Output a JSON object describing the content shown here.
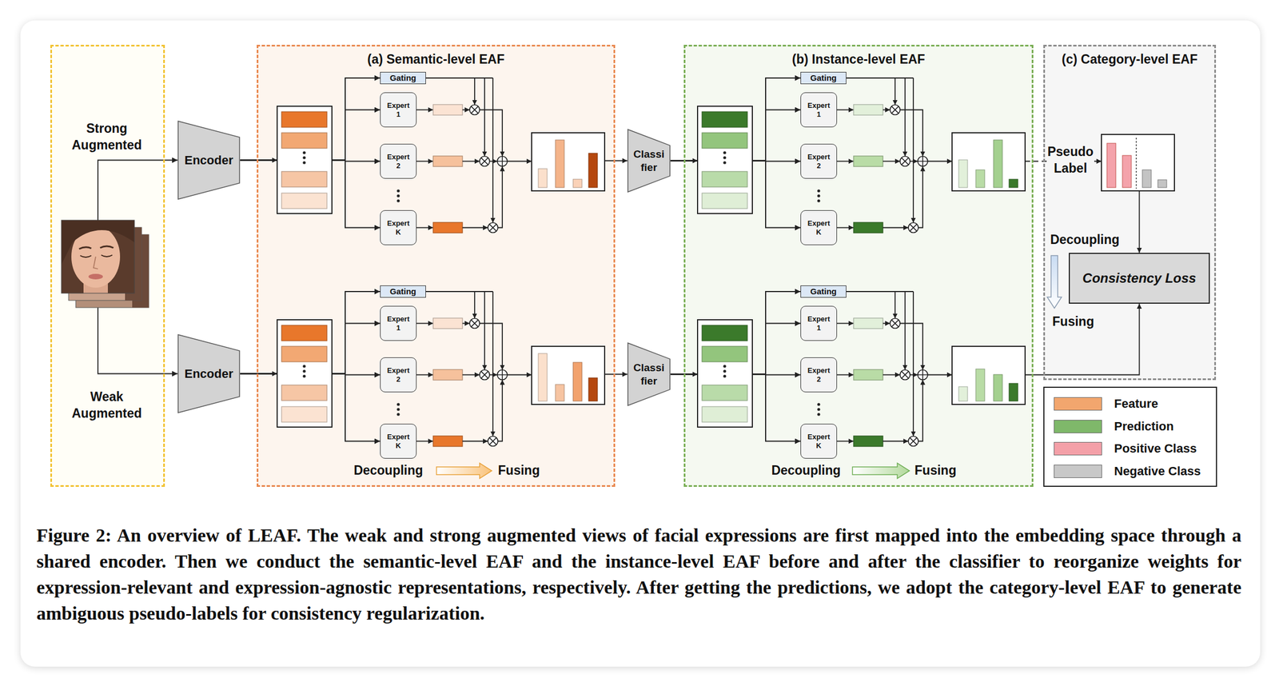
{
  "diagram": {
    "caption": "Figure 2: An overview of LEAF. The weak and strong augmented views of facial expressions are first mapped into the embedding space through a shared encoder. Then we conduct the semantic-level EAF and the instance-level EAF before and after the classifier to reorganize weights for expression-relevant and expression-agnostic representations, respectively. After getting the predictions, we adopt the category-level EAF to generate ambiguous pseudo-labels for consistency regularization.",
    "nodes": [
      {
        "text": [
          "Strong Augmented",
          "Weak Augmented"
        ]
      },
      {
        "text": [
          "Encoder"
        ]
      },
      {
        "text": [
          "Encoder"
        ]
      },
      {
        "text": [
          "(a) Semantic-level EAF"
        ]
      },
      {
        "text": [
          "Gating"
        ],
        "in": 3
      },
      {
        "text": [
          "Expert 1"
        ],
        "in": 3
      },
      {
        "text": [
          "Expert 2"
        ],
        "in": 3
      },
      {
        "text": [
          "Expert K"
        ],
        "in": 3
      },
      {
        "text": [
          "Gating"
        ],
        "in": 3
      },
      {
        "text": [
          "Expert 1"
        ],
        "in": 3
      },
      {
        "text": [
          "Expert 2"
        ],
        "in": 3
      },
      {
        "text": [
          "Expert K"
        ],
        "in": 3
      },
      {
        "text": [
          "Classi fier"
        ]
      },
      {
        "text": [
          "Classi fier"
        ]
      },
      {
        "text": [
          "(b) Instance-level EAF"
        ]
      },
      {
        "text": [
          "Gating"
        ],
        "in": 14
      },
      {
        "text": [
          "Expert 1"
        ],
        "in": 14
      },
      {
        "text": [
          "Expert 2"
        ],
        "in": 14
      },
      {
        "text": [
          "Expert K"
        ],
        "in": 14
      },
      {
        "text": [
          "Gating"
        ],
        "in": 14
      },
      {
        "text": [
          "Expert 1"
        ],
        "in": 14
      },
      {
        "text": [
          "Expert 2"
        ],
        "in": 14
      },
      {
        "text": [
          "Expert K"
        ],
        "in": 14
      },
      {
        "text": [
          "(c) Category-level EAF"
        ]
      },
      {
        "text": [
          "Consistency Loss"
        ],
        "in": 23
      }
    ],
    "edges": [
      {
        "from": 0,
        "to": 1,
        "arrow": "to"
      },
      {
        "from": 0,
        "to": 2,
        "arrow": "to"
      },
      {
        "from": 1,
        "to": 4,
        "arrow": "to"
      },
      {
        "from": 1,
        "to": 5,
        "arrow": "to"
      },
      {
        "from": 1,
        "to": 6,
        "arrow": "to"
      },
      {
        "from": 1,
        "to": 7,
        "arrow": "to"
      },
      {
        "from": 2,
        "to": 8,
        "arrow": "to"
      },
      {
        "from": 2,
        "to": 9,
        "arrow": "to"
      },
      {
        "from": 2,
        "to": 10,
        "arrow": "to"
      },
      {
        "from": 2,
        "to": 11,
        "arrow": "to"
      },
      {
        "from": 12,
        "to": 15,
        "arrow": "to"
      },
      {
        "from": 12,
        "to": 16,
        "arrow": "to"
      },
      {
        "from": 12,
        "to": 17,
        "arrow": "to"
      },
      {
        "from": 12,
        "to": 18,
        "arrow": "to"
      },
      {
        "from": 13,
        "to": 19,
        "arrow": "to"
      },
      {
        "from": 13,
        "to": 20,
        "arrow": "to"
      },
      {
        "from": 13,
        "to": 21,
        "arrow": "to"
      },
      {
        "from": 13,
        "to": 22,
        "arrow": "to"
      }
    ],
    "labels": [
      "Decoupling",
      "Fusing",
      "Decoupling",
      "Fusing",
      "Pseudo Label",
      "Decoupling",
      "Fusing"
    ],
    "legend": [
      {
        "text": "Feature",
        "color": "#f2a66e"
      },
      {
        "text": "Prediction",
        "color": "#7fb86a"
      },
      {
        "text": "Positive Class",
        "color": "#f4a0a8"
      },
      {
        "text": "Negative Class",
        "color": "#c8c8c8"
      }
    ]
  }
}
